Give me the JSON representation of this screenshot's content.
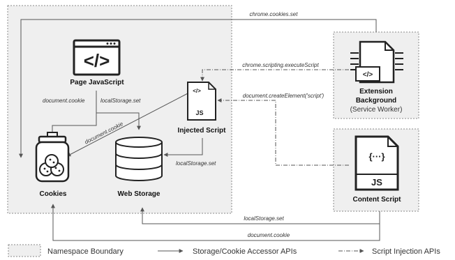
{
  "nodes": {
    "page_js": "Page JavaScript",
    "injected": "Injected Script",
    "cookies": "Cookies",
    "web_storage": "Web Storage",
    "extension_bg_1": "Extension",
    "extension_bg_2": "Background",
    "service_worker": "(Service Worker)",
    "content_script": "Content Script"
  },
  "icons": {
    "code_glyph": "</>",
    "js_badge": "JS",
    "braces": "{···}",
    "small_code": "</>"
  },
  "edges": {
    "chrome_cookies_set": "chrome.cookies.set",
    "execute_script": "chrome.scripting.executeScript",
    "create_element": "document.createElement('script')",
    "pj_document_cookie": "document.cookie",
    "pj_local_storage_set": "localStorage.set",
    "inj_document_cookie": "document.cookie",
    "inj_local_storage_set": "localStorage.set",
    "cs_local_storage_set": "localStorage.set",
    "cs_document_cookie": "document.cookie"
  },
  "legend": {
    "namespace": "Namespace Boundary",
    "accessor": "Storage/Cookie Accessor APIs",
    "injection": "Script Injection APIs"
  }
}
